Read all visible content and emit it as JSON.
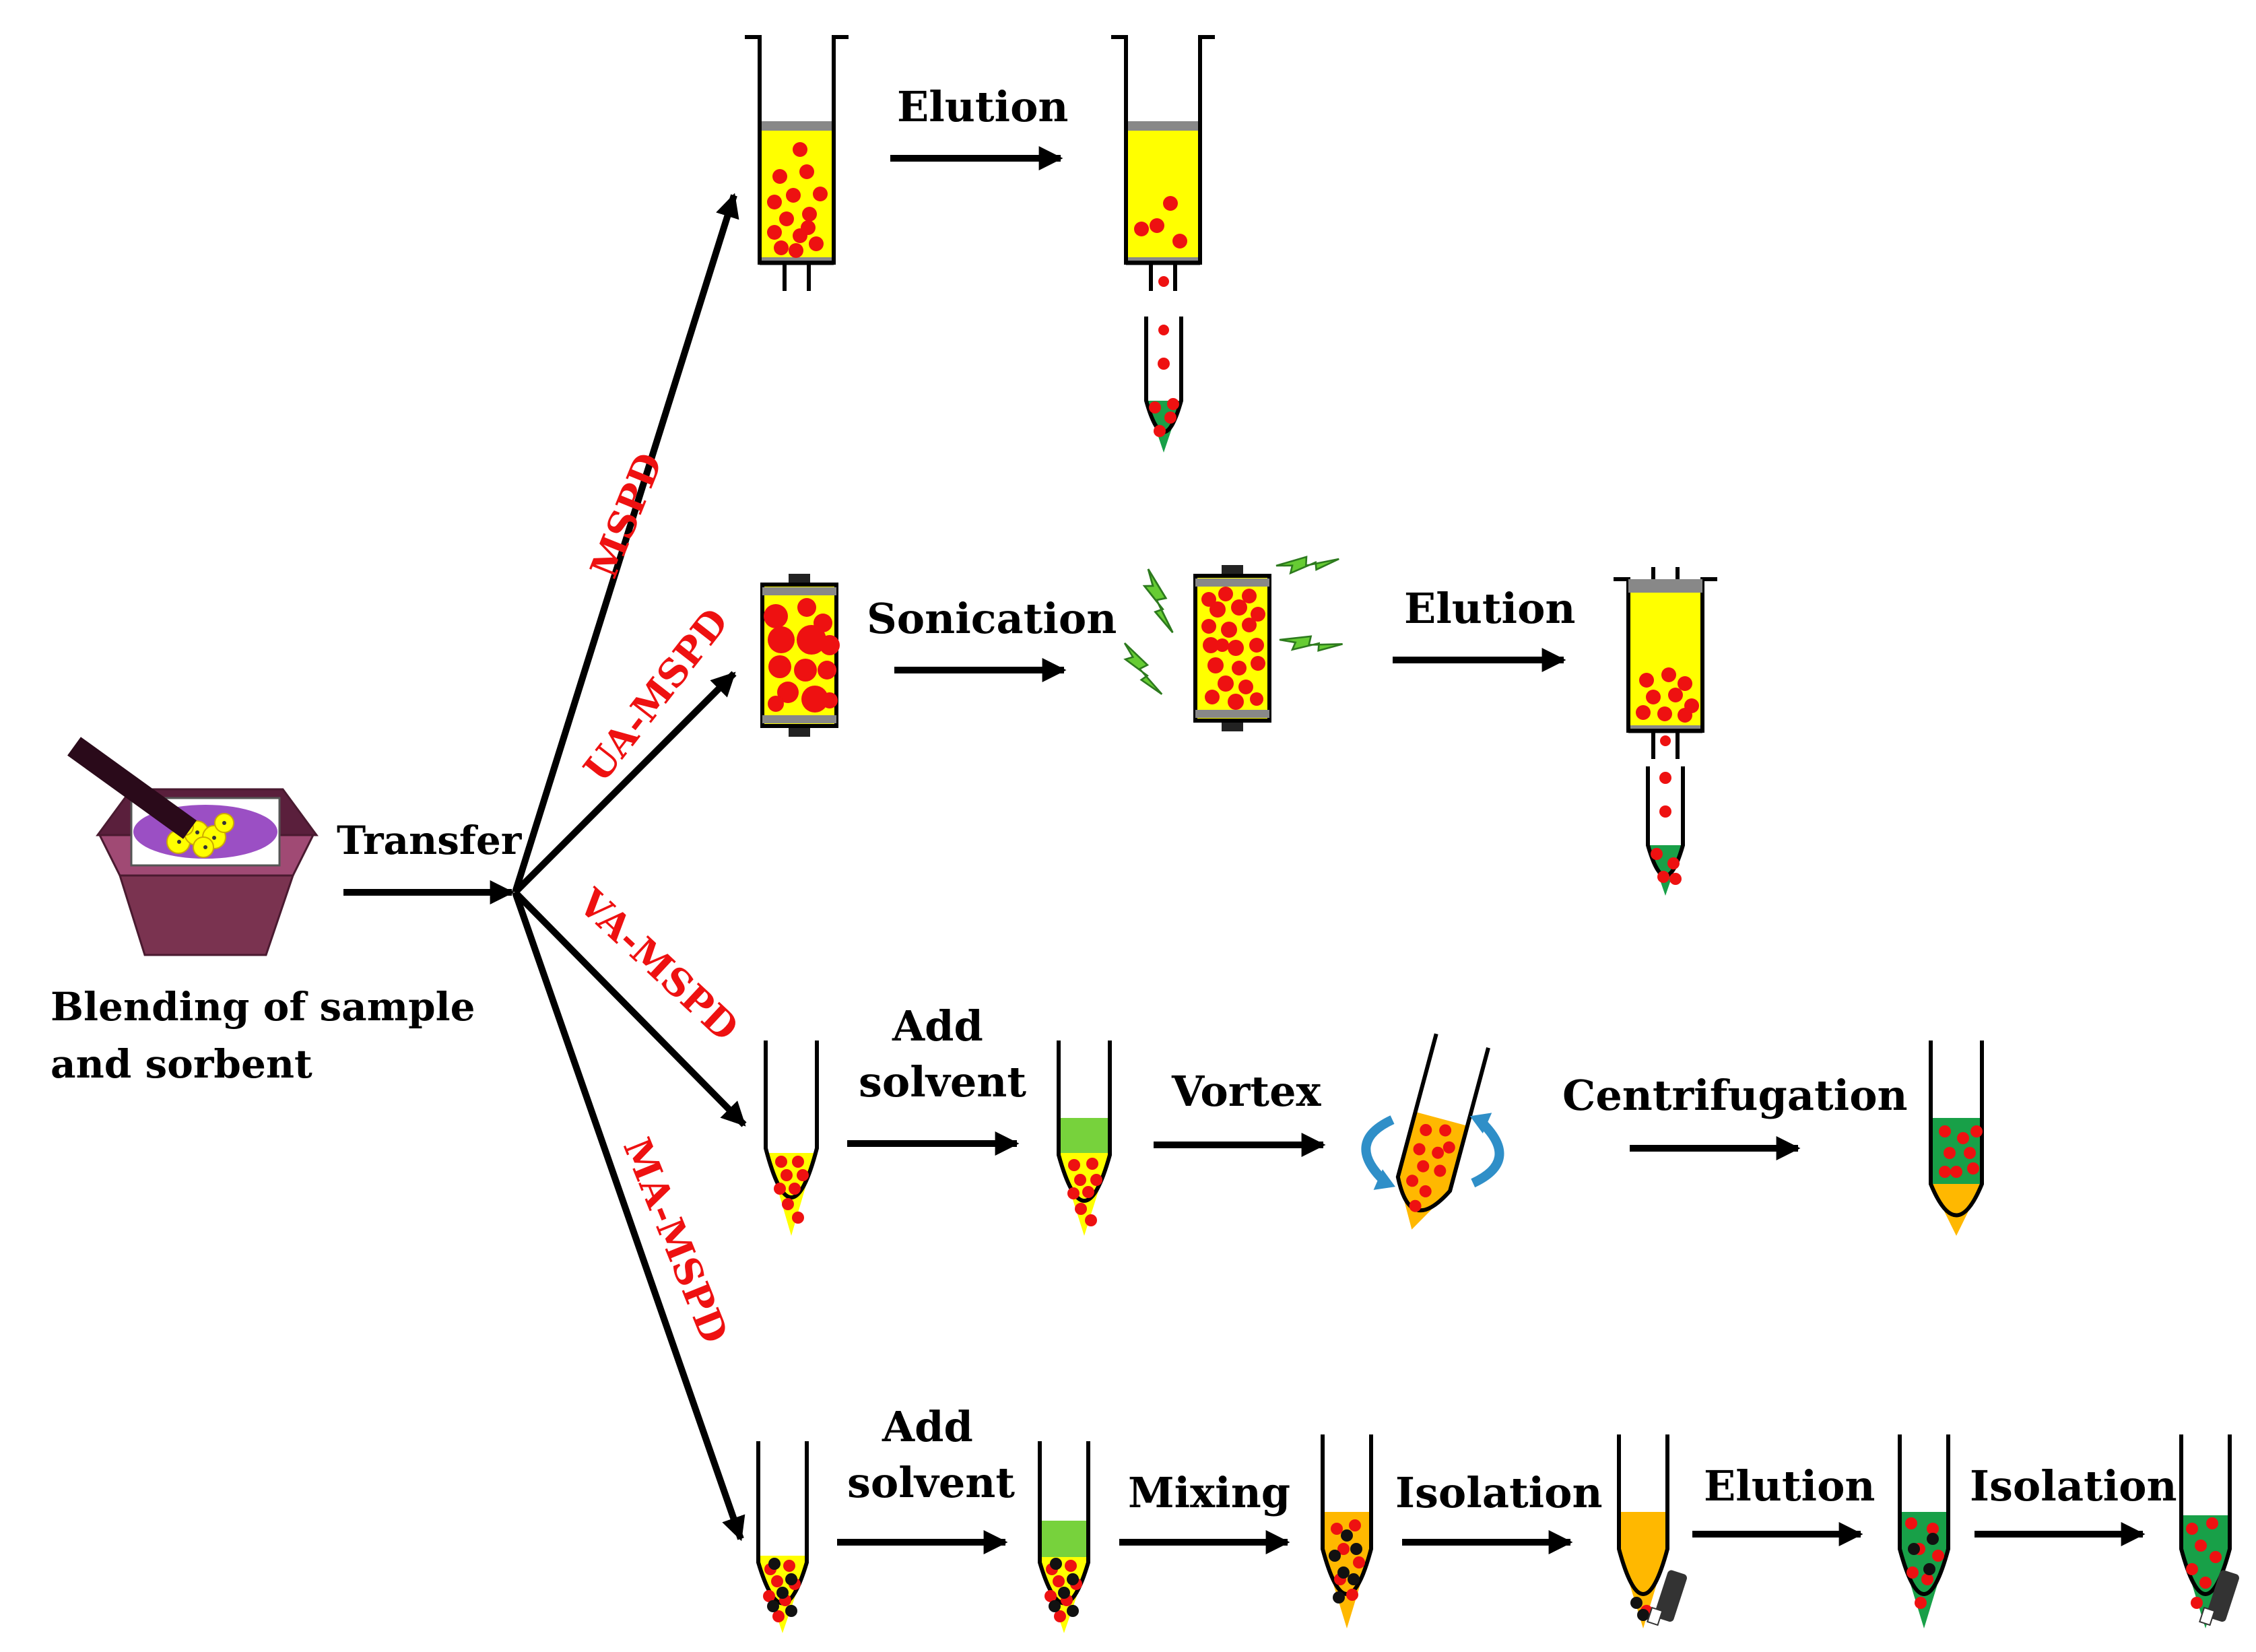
{
  "start": {
    "caption_line1": "Blending  of sample",
    "caption_line2": "and sorbent",
    "transfer_label": "Transfer"
  },
  "branches": {
    "mspd": {
      "name": "MSPD",
      "step1": "Elution"
    },
    "ua_mspd": {
      "name": "UA-MSPD",
      "step1": "Sonication",
      "step2": "Elution"
    },
    "va_mspd": {
      "name": "VA-MSPD",
      "step1_line1": "Add",
      "step1_line2": "solvent",
      "step2": "Vortex",
      "step3": "Centrifugation"
    },
    "ma_mspd": {
      "name": "MA-MSPD",
      "step1_line1": "Add",
      "step1_line2": "solvent",
      "step2": "Mixing",
      "step3": "Isolation",
      "step4": "Elution",
      "step5": "Isolation"
    }
  },
  "colors": {
    "branch_label": "#ee1111",
    "sorbent_yellow": "#ffff00",
    "analyte_red": "#ee1111",
    "eluate_green": "#18a048",
    "solvent_green": "#77d23c",
    "vortex_orange": "#ffb800",
    "sonication_green": "#66cc33",
    "vortex_arrow_blue": "#2f8fc8",
    "mortar_purple": "#7a3350",
    "sample_violet": "#9b4fc4",
    "magnet_dark": "#333333"
  },
  "icons": [
    "mortar-pestle-icon",
    "syringe-cartridge-icon",
    "collection-tube-icon",
    "sealed-cartridge-icon",
    "lightning-bolt-icon",
    "rotation-arrow-icon",
    "magnet-icon"
  ]
}
